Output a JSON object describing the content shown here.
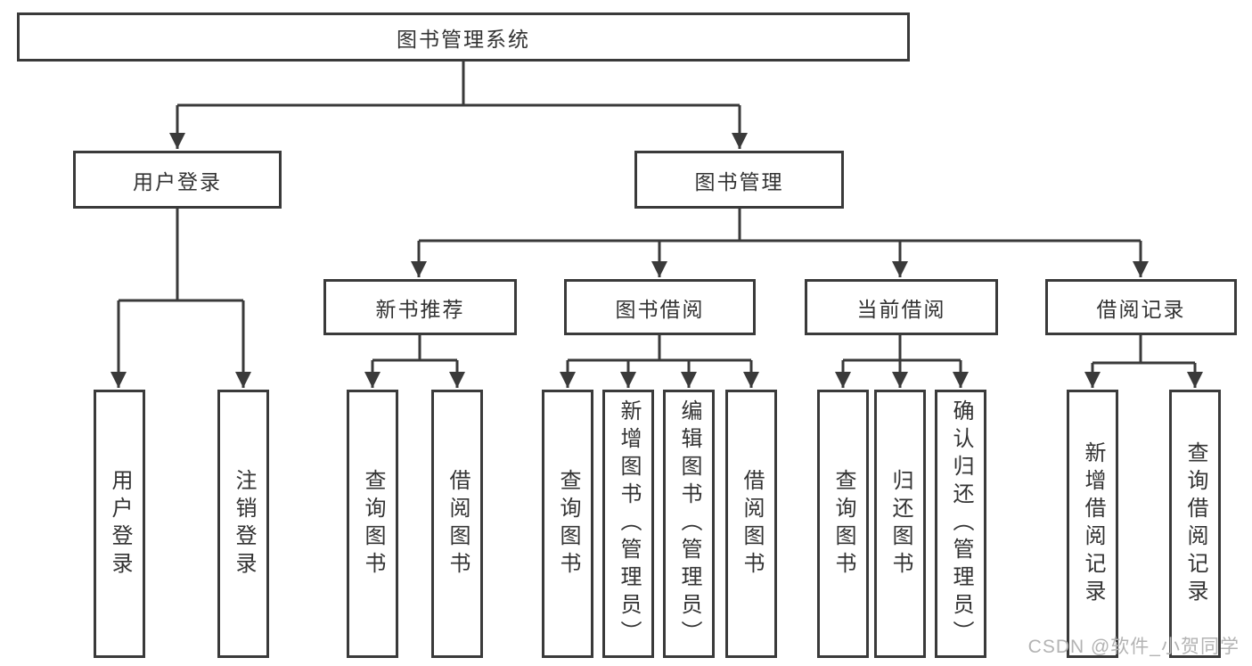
{
  "page": {
    "watermark": "CSDN @软件_小贺同学"
  },
  "colors": {
    "line": "#3a3a3a",
    "text": "#333333",
    "box_background": "#ffffff",
    "watermark": "#b3b3b3"
  },
  "tree": {
    "root": "图书管理系统",
    "children": [
      {
        "label": "用户登录",
        "children": [
          "用户登录",
          "注销登录"
        ]
      },
      {
        "label": "图书管理",
        "children": [
          {
            "label": "新书推荐",
            "children": [
              "查询图书",
              "借阅图书"
            ]
          },
          {
            "label": "图书借阅",
            "children": [
              "查询图书",
              "新增图书（管理员）",
              "编辑图书（管理员）",
              "借阅图书"
            ]
          },
          {
            "label": "当前借阅",
            "children": [
              "查询图书",
              "归还图书",
              "确认归还（管理员）"
            ]
          },
          {
            "label": "借阅记录",
            "children": [
              "新增借阅记录",
              "查询借阅记录"
            ]
          }
        ]
      }
    ]
  }
}
